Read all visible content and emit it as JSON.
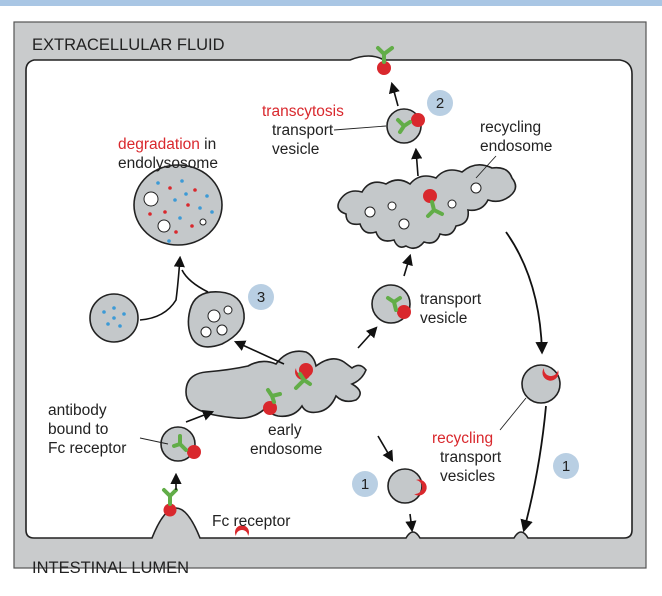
{
  "regions": {
    "top": "EXTRACELLULAR FLUID",
    "bottom": "INTESTINAL LUMEN"
  },
  "labels": {
    "degradation_word": "degradation",
    "degradation_in": " in",
    "degradation_line2": "endolysosome",
    "transcytosis_word": "transcytosis",
    "transcytosis_line2": "transport",
    "transcytosis_line3": "vesicle",
    "recycling_endosome_line1": "recycling",
    "recycling_endosome_line2": "endosome",
    "transport_vesicle_line1": "transport",
    "transport_vesicle_line2": "vesicle",
    "antibody_line1": "antibody",
    "antibody_line2": "bound to",
    "antibody_line3": "Fc receptor",
    "early_endosome_line1": "early",
    "early_endosome_line2": "endosome",
    "recycling_word": "recycling",
    "recycling_line2": "transport",
    "recycling_line3": "vesicles",
    "fc_receptor": "Fc receptor"
  },
  "pathway_numbers": {
    "transcytosis": "2",
    "degradation": "3",
    "recycling_left": "1",
    "recycling_right": "1"
  },
  "colors": {
    "cell": "#e3e5e5",
    "organelle": "#c4c8ca",
    "receptor": "#d9282d",
    "antibody": "#62ad48",
    "number_badge": "#b9cfe3",
    "cargo_blue": "#3c9ad6",
    "cargo_red": "#d9282d"
  }
}
